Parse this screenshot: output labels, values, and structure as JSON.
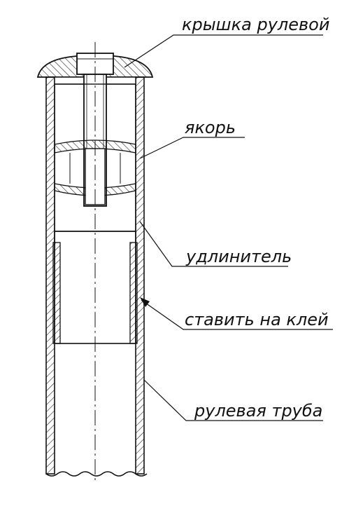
{
  "labels": {
    "cap": "крышка рулевой",
    "anchor": "якорь",
    "extender": "удлинитель",
    "glue": "ставить на клей",
    "tube": "рулевая труба"
  }
}
